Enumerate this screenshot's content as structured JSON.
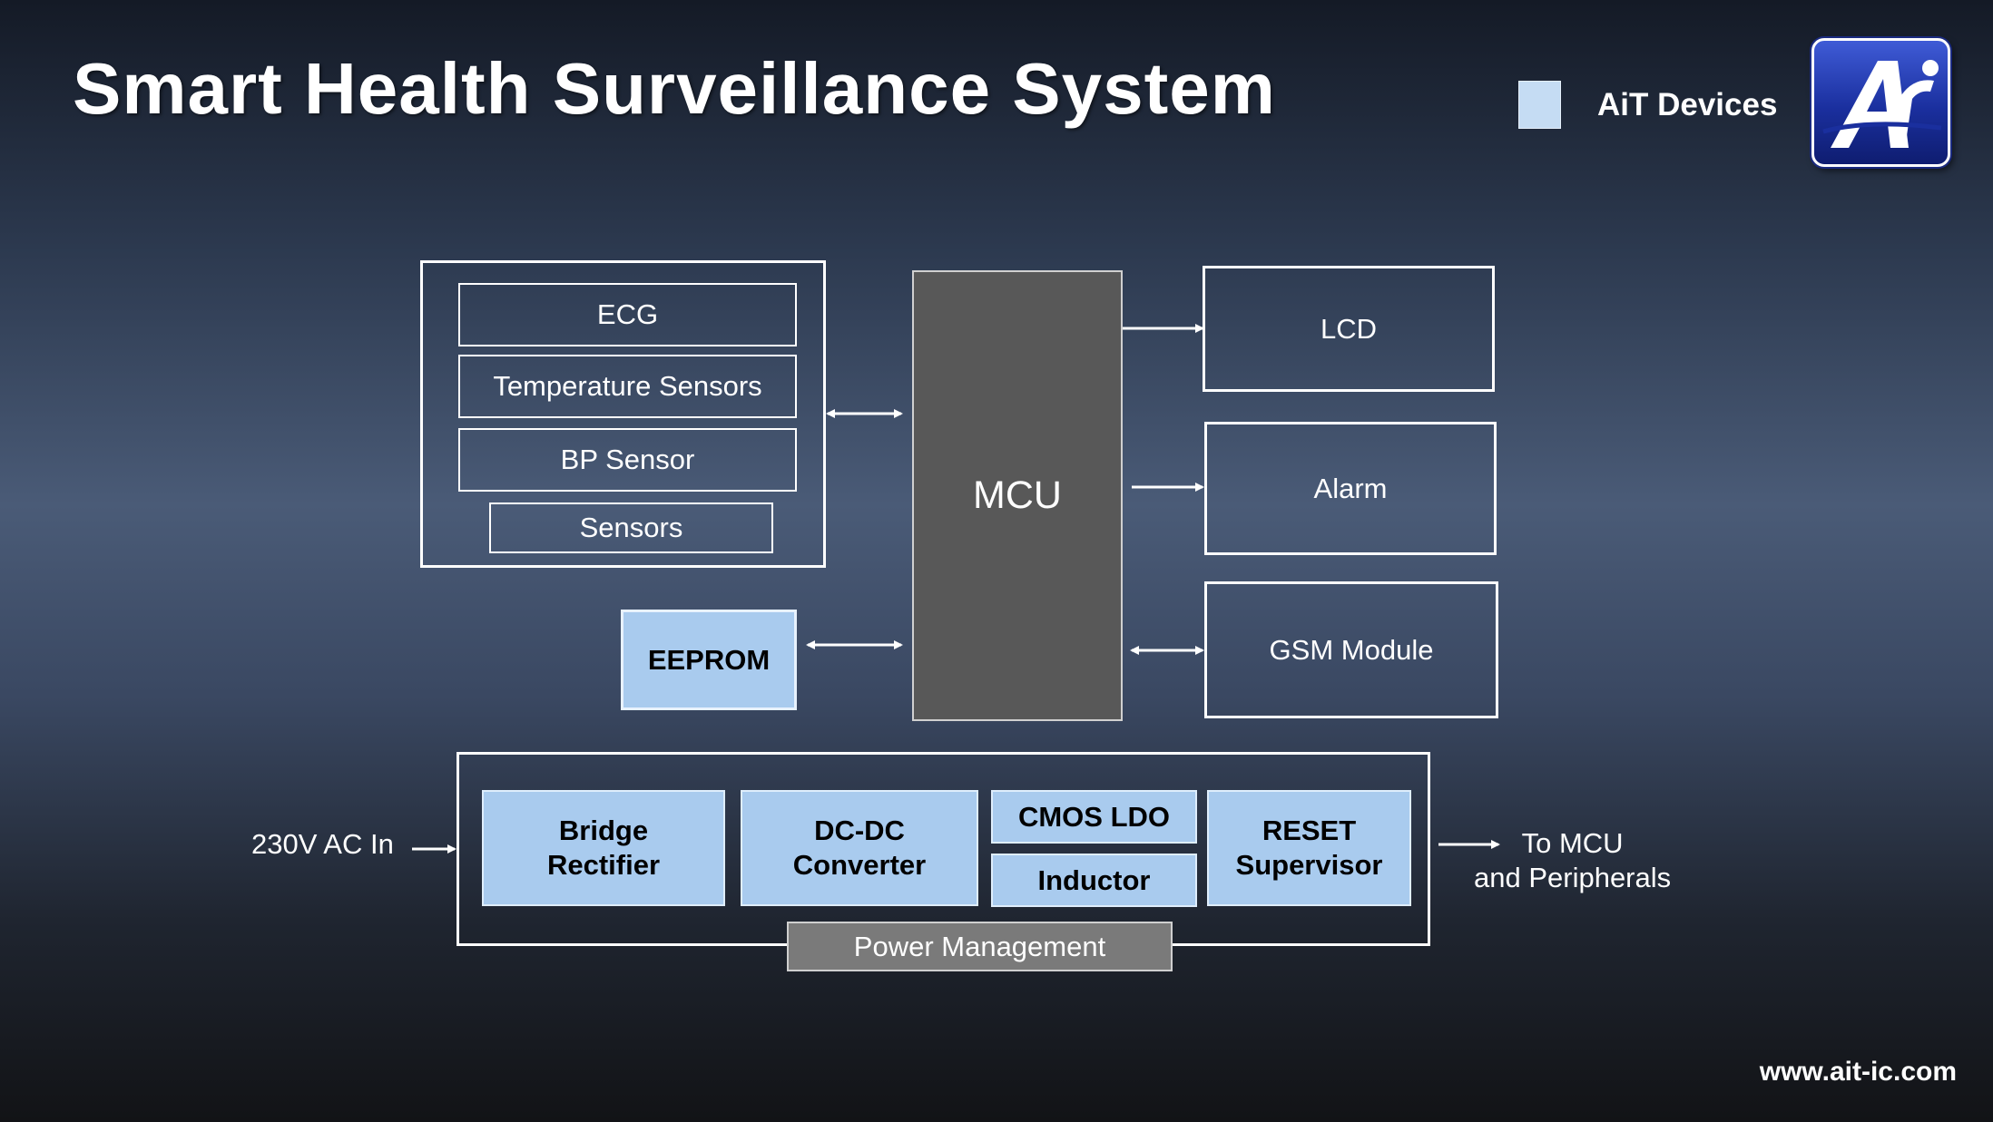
{
  "header": {
    "title": "Smart Health Surveillance System",
    "brand": "AiT Devices"
  },
  "sensors_group": {
    "items": [
      "ECG",
      "Temperature Sensors",
      "BP Sensor",
      "Sensors"
    ]
  },
  "eeprom": "EEPROM",
  "mcu": "MCU",
  "outputs": {
    "lcd": "LCD",
    "alarm": "Alarm",
    "gsm": "GSM Module"
  },
  "power": {
    "input": "230V AC In",
    "bridge_line1": "Bridge",
    "bridge_line2": "Rectifier",
    "dcdc_line1": "DC-DC",
    "dcdc_line2": "Converter",
    "ldo": "CMOS LDO",
    "inductor": "Inductor",
    "reset_line1": "RESET",
    "reset_line2": "Supervisor",
    "group_label": "Power Management",
    "output_line1": "To MCU",
    "output_line2": "and Peripherals"
  },
  "footer": {
    "url": "www.ait-ic.com"
  },
  "colors": {
    "light_block": "#a9cbee",
    "mcu_block": "#585858",
    "power_label_block": "#7a7a7a",
    "logo_blue": "#1a2f9e"
  }
}
